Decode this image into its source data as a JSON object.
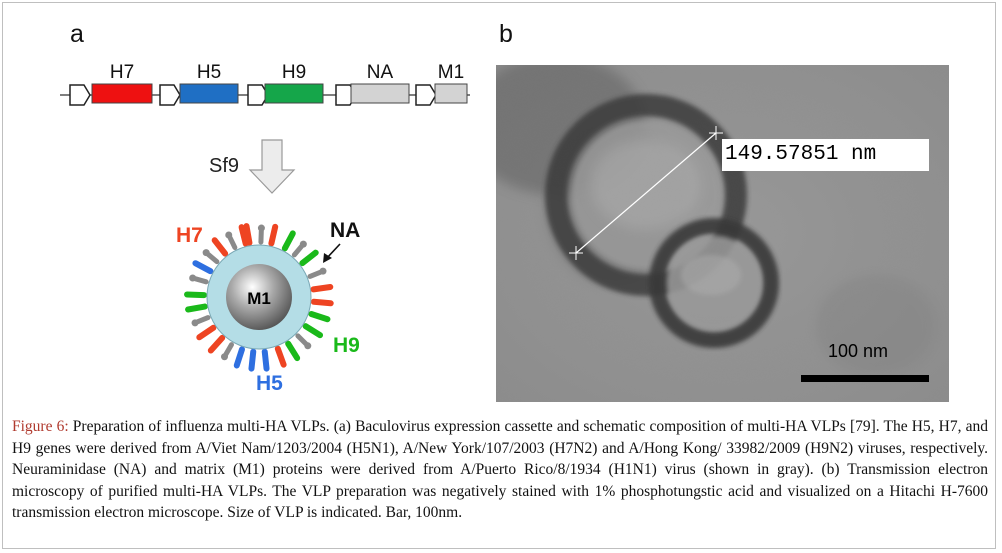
{
  "panel_a": {
    "label": "a",
    "cassette_genes": [
      {
        "name": "H7",
        "color": "#ee1111"
      },
      {
        "name": "H5",
        "color": "#1f6fc4"
      },
      {
        "name": "H9",
        "color": "#15a64a"
      },
      {
        "name": "NA",
        "color": "#d3d3d3"
      },
      {
        "name": "M1",
        "color": "#d3d3d3"
      }
    ],
    "cell_line": "Sf9",
    "vlp_labels": {
      "h7": "H7",
      "na": "NA",
      "m1": "M1",
      "h9": "H9",
      "h5": "H5"
    },
    "colors": {
      "h7": "#ee4422",
      "h5": "#2e6fe0",
      "h9": "#1ab91a",
      "na": "#8a8a8a",
      "membrane": "#b4dde6"
    }
  },
  "panel_b": {
    "label": "b",
    "measurement": "149.57851 nm",
    "scale_bar": "100 nm"
  },
  "caption": {
    "label": "Figure 6:",
    "text": " Preparation of influenza multi-HA VLPs. (a) Baculovirus expression cassette and schematic composition of multi-HA VLPs [79]. The H5, H7, and H9 genes were derived from A/Viet Nam/1203/2004 (H5N1), A/New York/107/2003 (H7N2) and A/Hong Kong/ 33982/2009 (H9N2) viruses, respectively. Neuraminidase (NA) and matrix (M1) proteins were derived from A/Puerto Rico/8/1934 (H1N1) virus (shown in gray). (b) Transmission electron microscopy of purified multi-HA VLPs. The VLP preparation was negatively stained with 1% phosphotungstic acid and visualized on a Hitachi H-7600 transmission electron microscope. Size of VLP is indicated. Bar, 100nm."
  }
}
